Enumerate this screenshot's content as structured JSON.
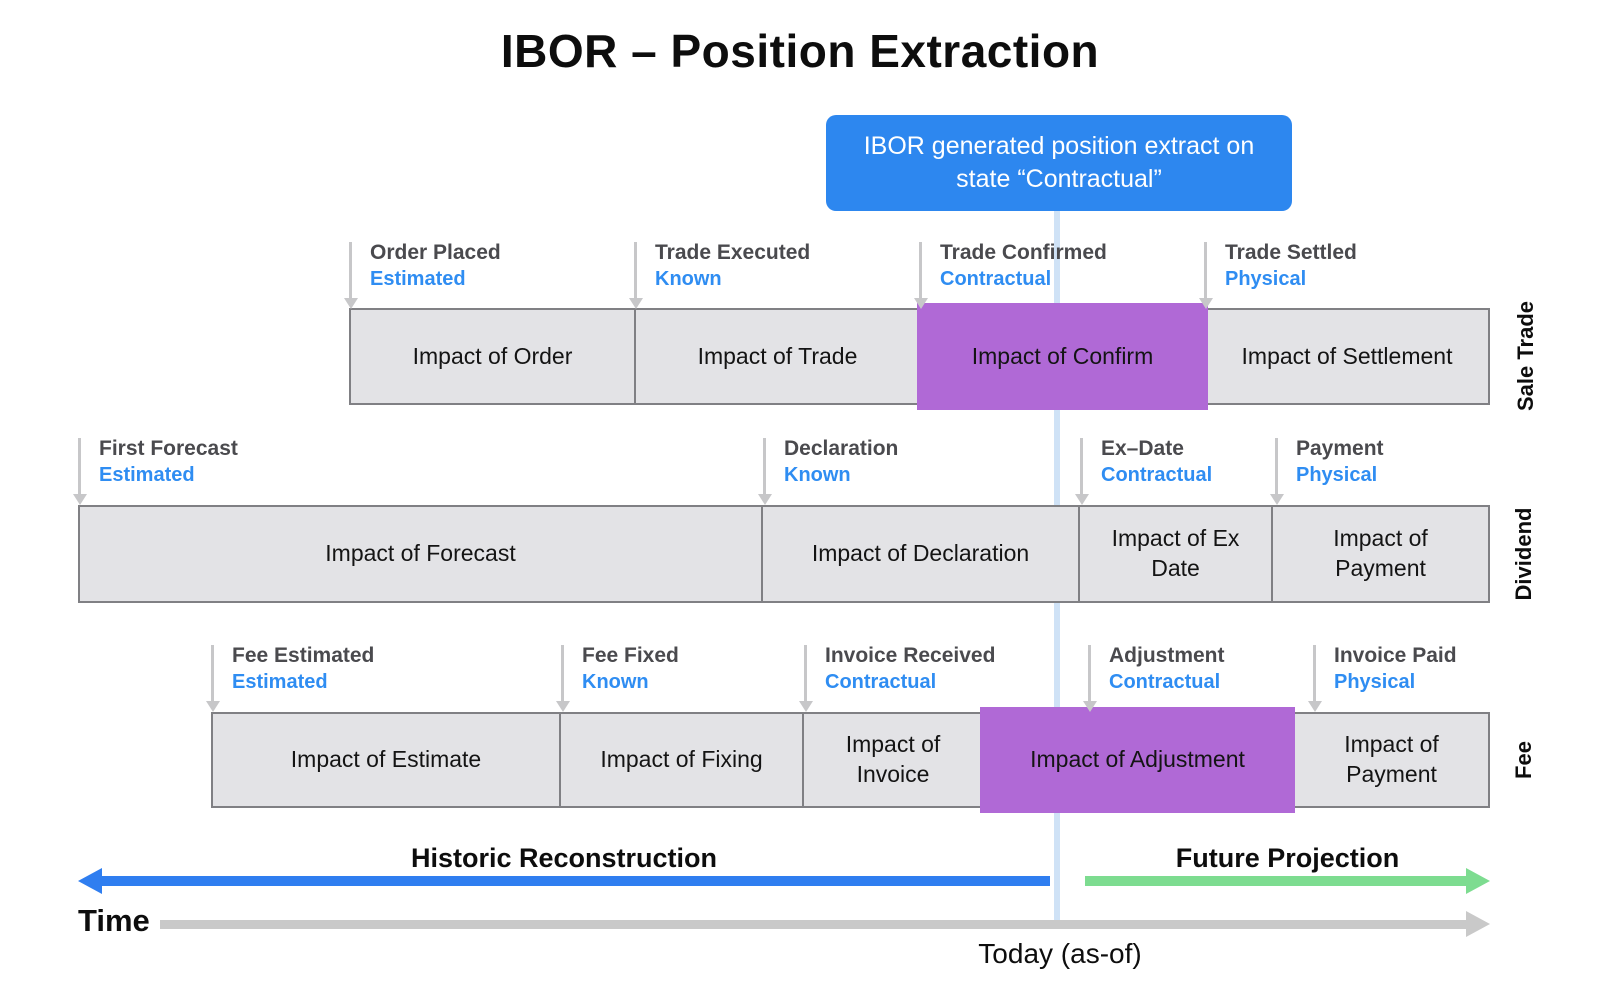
{
  "title": "IBOR – Position Extraction",
  "callout": {
    "text": "IBOR generated position extract on state “Contractual”"
  },
  "lanes": [
    {
      "name": "Sale Trade",
      "milestones": [
        {
          "event": "Order Placed",
          "state": "Estimated"
        },
        {
          "event": "Trade Executed",
          "state": "Known"
        },
        {
          "event": "Trade Confirmed",
          "state": "Contractual"
        },
        {
          "event": "Trade Settled",
          "state": "Physical"
        }
      ],
      "segments": [
        {
          "label": "Impact of Order",
          "highlight": false
        },
        {
          "label": "Impact of Trade",
          "highlight": false
        },
        {
          "label": "Impact of Confirm",
          "highlight": true
        },
        {
          "label": "Impact of Settlement",
          "highlight": false
        }
      ]
    },
    {
      "name": "Dividend",
      "milestones": [
        {
          "event": "First Forecast",
          "state": "Estimated"
        },
        {
          "event": "Declaration",
          "state": "Known"
        },
        {
          "event": "Ex–Date",
          "state": "Contractual"
        },
        {
          "event": "Payment",
          "state": "Physical"
        }
      ],
      "segments": [
        {
          "label": "Impact of Forecast",
          "highlight": false
        },
        {
          "label": "Impact of Declaration",
          "highlight": false
        },
        {
          "label": "Impact of Ex Date",
          "highlight": false
        },
        {
          "label": "Impact of Payment",
          "highlight": false
        }
      ]
    },
    {
      "name": "Fee",
      "milestones": [
        {
          "event": "Fee Estimated",
          "state": "Estimated"
        },
        {
          "event": "Fee Fixed",
          "state": "Known"
        },
        {
          "event": "Invoice Received",
          "state": "Contractual"
        },
        {
          "event": "Adjustment",
          "state": "Contractual"
        },
        {
          "event": "Invoice Paid",
          "state": "Physical"
        }
      ],
      "segments": [
        {
          "label": "Impact of Estimate",
          "highlight": false
        },
        {
          "label": "Impact of Fixing",
          "highlight": false
        },
        {
          "label": "Impact of Invoice",
          "highlight": false
        },
        {
          "label": "Impact of Adjustment",
          "highlight": true
        },
        {
          "label": "Impact of Payment",
          "highlight": false
        }
      ]
    }
  ],
  "footer": {
    "historic": "Historic Reconstruction",
    "future": "Future Projection",
    "time": "Time",
    "today": "Today (as-of)"
  },
  "colors": {
    "accent_blue": "#2d87ef",
    "state_blue": "#2f8df2",
    "highlight_purple": "#b069d6",
    "bar_fill": "#e3e3e6",
    "bar_border": "#808084",
    "historic_arrow": "#2f7ef0",
    "future_arrow": "#7ddc90",
    "time_arrow": "#c9c9c9",
    "today_line": "#cfe2f6"
  }
}
